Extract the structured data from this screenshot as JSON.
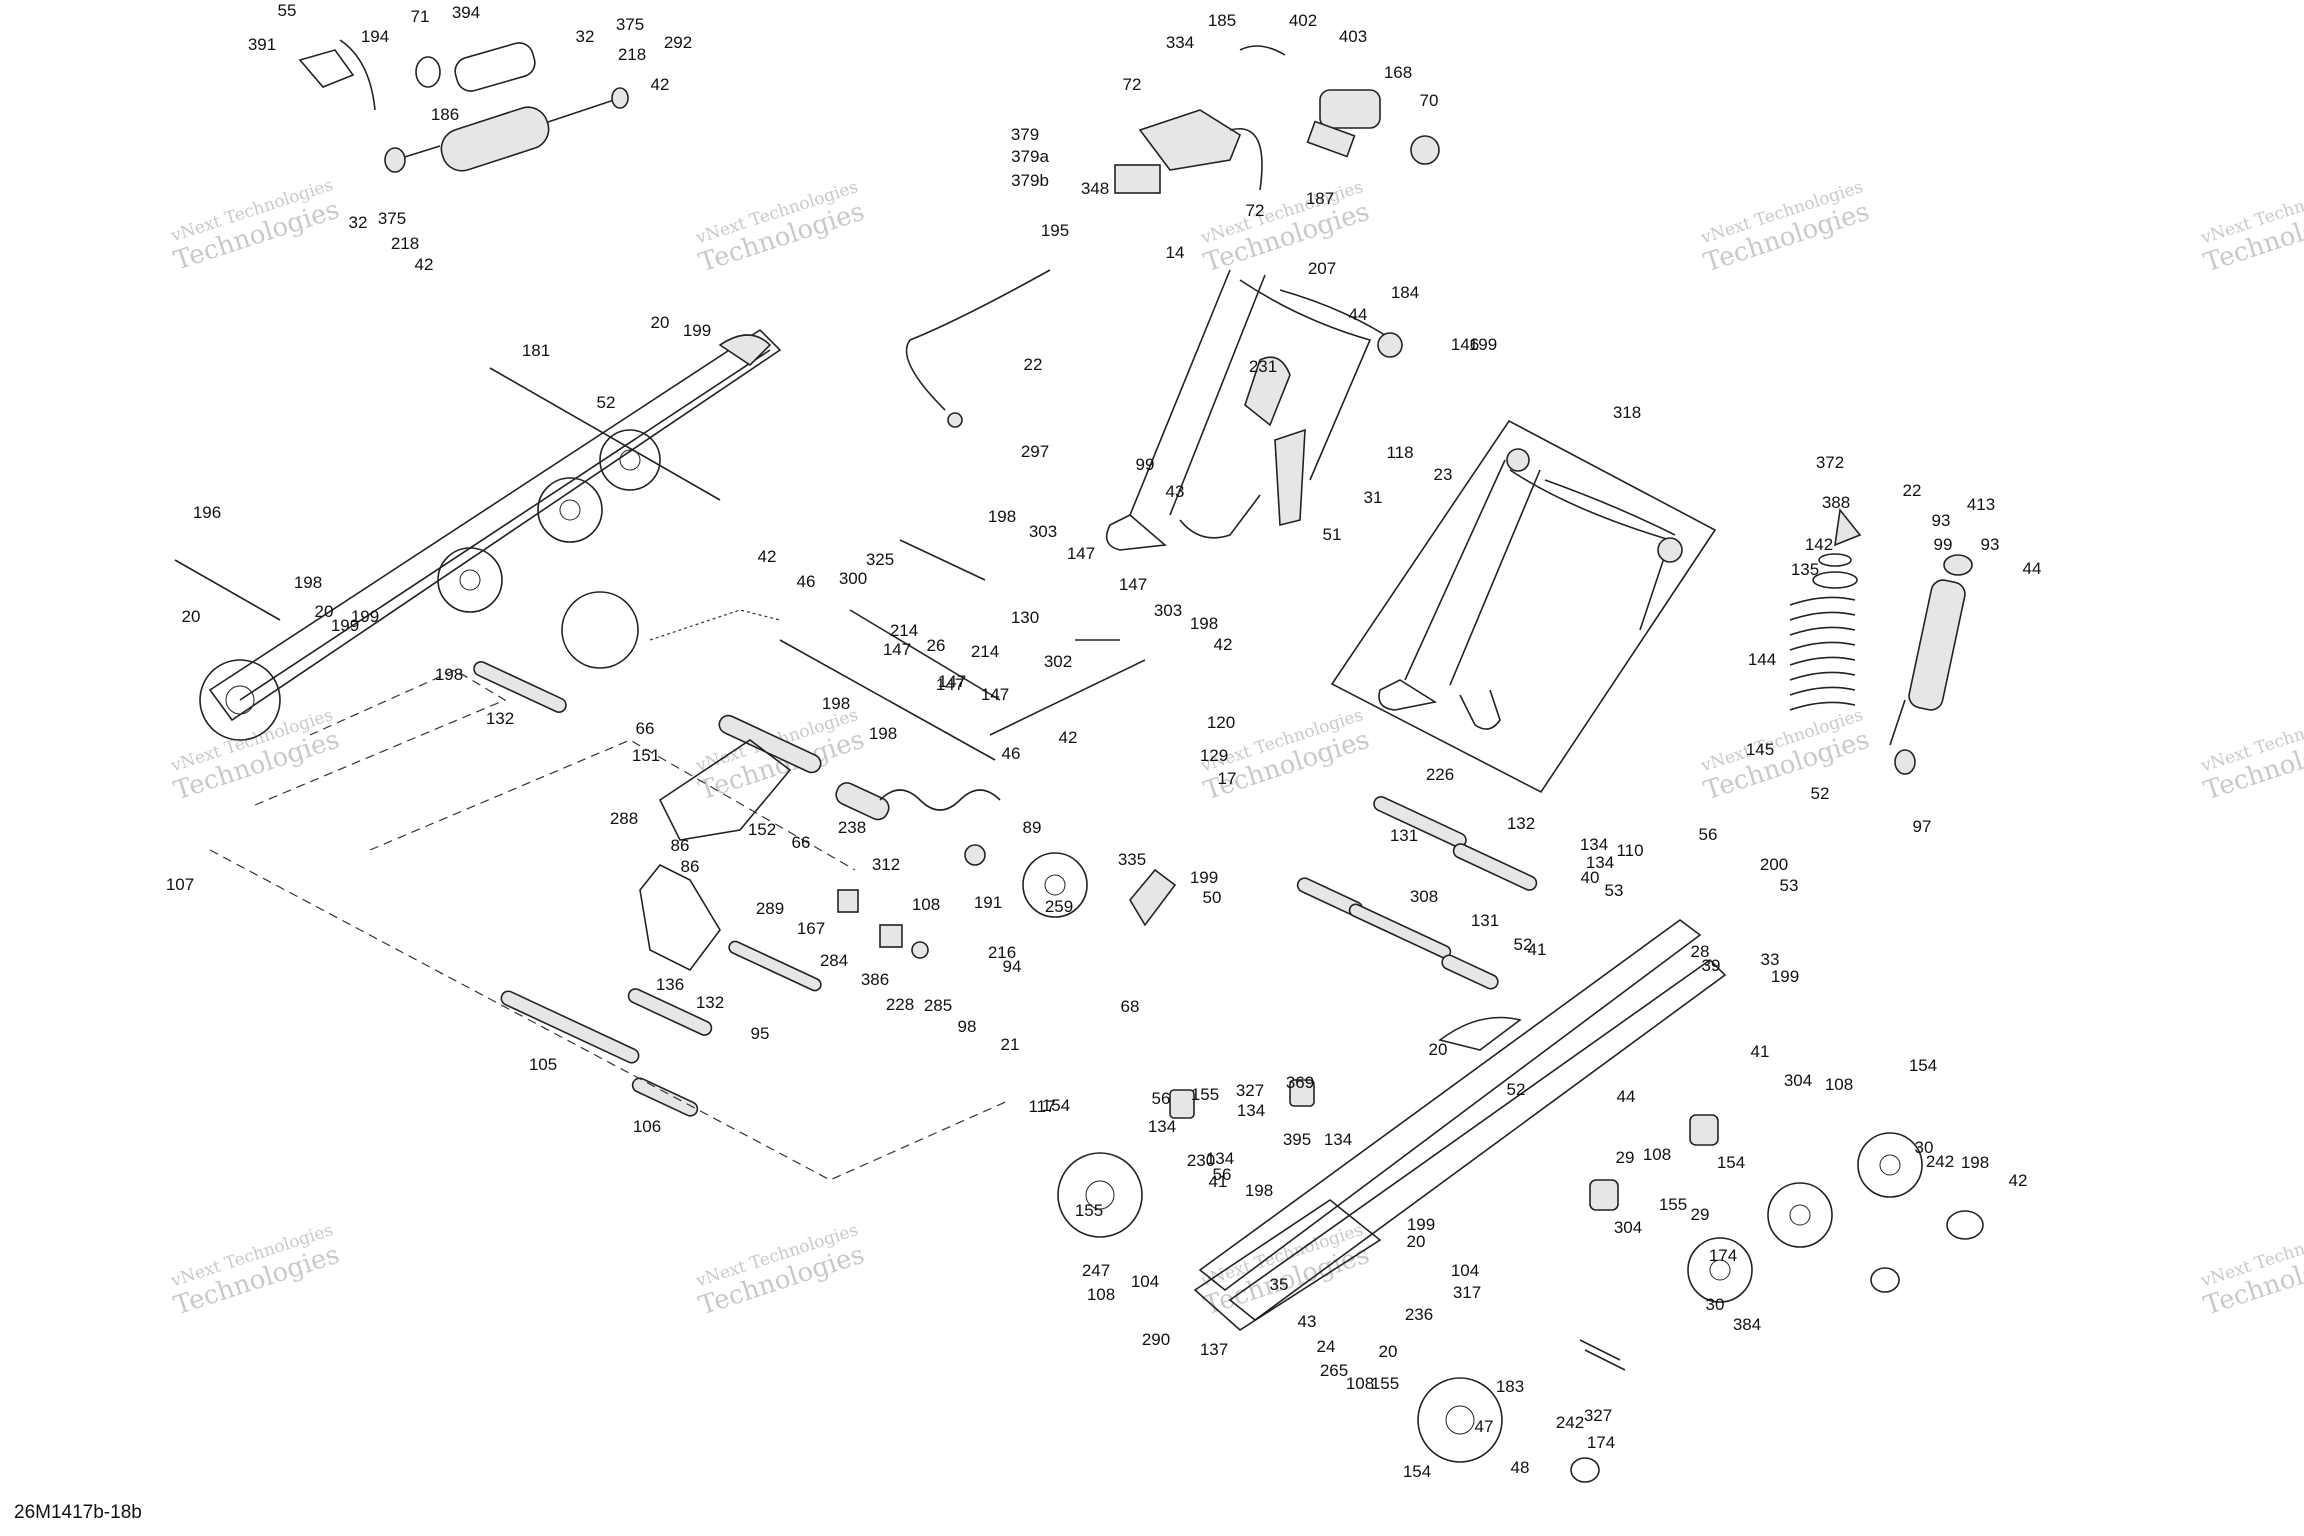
{
  "diagram": {
    "reference_code": "26M1417b-18b",
    "watermark": {
      "line1": "vNext Technologies",
      "line2": "Technologies"
    },
    "callouts": [
      "55",
      "391",
      "194",
      "71",
      "394",
      "32",
      "375",
      "218",
      "292",
      "42",
      "186",
      "32",
      "375",
      "218",
      "42",
      "185",
      "402",
      "403",
      "334",
      "72",
      "168",
      "70",
      "379",
      "379a",
      "379b",
      "348",
      "72",
      "187",
      "195",
      "14",
      "207",
      "44",
      "184",
      "146",
      "199",
      "22",
      "297",
      "99",
      "231",
      "118",
      "23",
      "43",
      "31",
      "51",
      "318",
      "372",
      "22",
      "413",
      "93",
      "388",
      "142",
      "135",
      "93",
      "99",
      "44",
      "144",
      "145",
      "52",
      "97",
      "181",
      "20",
      "199",
      "52",
      "196",
      "198",
      "20",
      "199",
      "199",
      "20",
      "198",
      "132",
      "198",
      "303",
      "325",
      "147",
      "42",
      "46",
      "300",
      "130",
      "147",
      "303",
      "214",
      "147",
      "26",
      "147",
      "302",
      "198",
      "42",
      "198",
      "214",
      "147",
      "147",
      "198",
      "42",
      "46",
      "120",
      "129",
      "17",
      "66",
      "151",
      "288",
      "86",
      "86",
      "152",
      "66",
      "238",
      "312",
      "89",
      "108",
      "191",
      "94",
      "259",
      "216",
      "335",
      "199",
      "50",
      "68",
      "167",
      "284",
      "386",
      "228",
      "285",
      "98",
      "21",
      "136",
      "132",
      "95",
      "105",
      "106",
      "107",
      "289",
      "226",
      "132",
      "131",
      "308",
      "131",
      "52",
      "41",
      "134",
      "110",
      "134",
      "40",
      "53",
      "56",
      "200",
      "53",
      "28",
      "39",
      "33",
      "199",
      "20",
      "41",
      "304",
      "108",
      "154",
      "155",
      "327",
      "134",
      "369",
      "395",
      "134",
      "56",
      "134",
      "230",
      "134",
      "56",
      "117",
      "154",
      "155",
      "247",
      "108",
      "104",
      "41",
      "198",
      "290",
      "137",
      "52",
      "44",
      "29",
      "304",
      "108",
      "155",
      "29",
      "154",
      "174",
      "30",
      "242",
      "198",
      "42",
      "199",
      "20",
      "104",
      "317",
      "35",
      "43",
      "24",
      "265",
      "20",
      "108",
      "236",
      "155",
      "154",
      "183",
      "47",
      "48",
      "242",
      "327",
      "174",
      "30",
      "384"
    ]
  }
}
